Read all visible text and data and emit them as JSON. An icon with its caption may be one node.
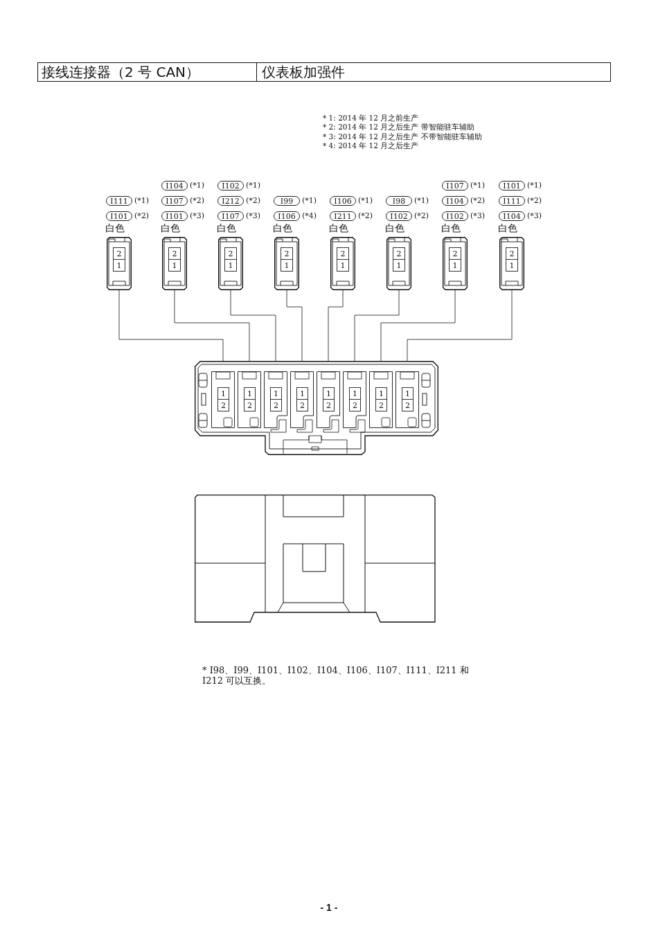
{
  "diagram": {
    "title": "接线连接器（2 号 CAN）",
    "nodes": [
      {
        "text": [
          "I111"
        ],
        "beside": [
          "(*1)"
        ]
      },
      {
        "text": [
          "I101"
        ],
        "beside": [
          "(*2)"
        ]
      },
      {
        "text": [
          "2",
          "1"
        ],
        "beside": [
          "白色"
        ]
      },
      {
        "text": [
          "I104"
        ],
        "beside": [
          "(*1)"
        ]
      },
      {
        "text": [
          "I107"
        ],
        "beside": [
          "(*2)"
        ]
      },
      {
        "text": [
          "I101"
        ],
        "beside": [
          "(*3)"
        ]
      },
      {
        "text": [
          "2",
          "1"
        ],
        "beside": [
          "白色"
        ]
      },
      {
        "text": [
          "I102"
        ],
        "beside": [
          "(*1)"
        ]
      },
      {
        "text": [
          "I212"
        ],
        "beside": [
          "(*2)"
        ]
      },
      {
        "text": [
          "I107"
        ],
        "beside": [
          "(*3)"
        ]
      },
      {
        "text": [
          "2",
          "1"
        ],
        "beside": [
          "白色"
        ]
      },
      {
        "text": [
          "I99"
        ],
        "beside": [
          "(*1)"
        ]
      },
      {
        "text": [
          "I106"
        ],
        "beside": [
          "(*4)"
        ]
      },
      {
        "text": [
          "2",
          "1"
        ],
        "beside": [
          "白色"
        ]
      },
      {
        "text": [
          "I106"
        ],
        "beside": [
          "(*1)"
        ]
      },
      {
        "text": [
          "I211"
        ],
        "beside": [
          "(*2)"
        ]
      },
      {
        "text": [
          "2",
          "1"
        ],
        "beside": [
          "白色"
        ]
      },
      {
        "text": [
          "I98"
        ],
        "beside": [
          "(*1)"
        ]
      },
      {
        "text": [
          "I102"
        ],
        "beside": [
          "(*2)"
        ]
      },
      {
        "text": [
          "2",
          "1"
        ],
        "beside": [
          "白色"
        ]
      },
      {
        "text": [
          "I107"
        ],
        "beside": [
          "(*1)"
        ]
      },
      {
        "text": [
          "I104"
        ],
        "beside": [
          "(*2)"
        ]
      },
      {
        "text": [
          "I102"
        ],
        "beside": [
          "(*3)"
        ]
      },
      {
        "text": [
          "2",
          "1"
        ],
        "beside": [
          "白色"
        ]
      },
      {
        "text": [
          "I101"
        ],
        "beside": [
          "(*1)"
        ]
      },
      {
        "text": [
          "I111"
        ],
        "beside": [
          "(*2)"
        ]
      },
      {
        "text": [
          "I104"
        ],
        "beside": [
          "(*3)"
        ]
      },
      {
        "text": [
          "2",
          "1"
        ],
        "beside": [
          "白色"
        ]
      },
      {
        "text": [],
        "shape": "box"
      },
      {
        "text": [
          "1",
          "2"
        ],
        "in": 28
      },
      {
        "text": [
          "1",
          "2"
        ],
        "in": 28
      },
      {
        "text": [
          "1",
          "2"
        ],
        "in": 28
      },
      {
        "text": [
          "1",
          "2"
        ],
        "in": 28
      },
      {
        "text": [
          "1",
          "2"
        ],
        "in": 28
      },
      {
        "text": [
          "1",
          "2"
        ],
        "in": 28
      },
      {
        "text": [
          "1",
          "2"
        ],
        "in": 28
      },
      {
        "text": [
          "1",
          "2"
        ],
        "in": 28
      }
    ],
    "edges": [
      {
        "from": 2,
        "to": 29,
        "arrow": "none"
      },
      {
        "from": 6,
        "to": 30,
        "arrow": "none"
      },
      {
        "from": 10,
        "to": 31,
        "arrow": "none"
      },
      {
        "from": 13,
        "to": 32,
        "arrow": "none"
      },
      {
        "from": 16,
        "to": 33,
        "arrow": "none"
      },
      {
        "from": 19,
        "to": 34,
        "arrow": "none"
      },
      {
        "from": 23,
        "to": 35,
        "arrow": "none"
      },
      {
        "from": 27,
        "to": 36,
        "arrow": "none"
      }
    ],
    "labels": [
      "仪表板加强件",
      "* 1: 2014 年 12 月之前生产",
      "* 2: 2014 年 12 月之后生产 带智能驻车辅助",
      "* 3: 2014 年 12 月之后生产 不带智能驻车辅助",
      "* 4: 2014 年 12 月之后生产",
      "* I98、I99、I101、I102、I104、I106、I107、I111、I211 和 I212 可以互换。",
      "- 1 -"
    ]
  }
}
